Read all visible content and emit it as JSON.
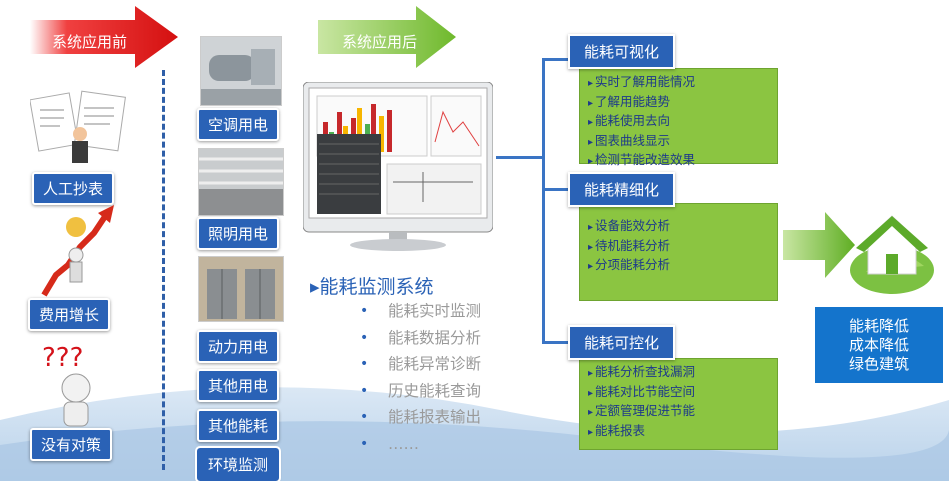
{
  "before": {
    "label": "系统应用前"
  },
  "after": {
    "label": "系统应用后"
  },
  "left_items": [
    {
      "label": "人工抄表",
      "icon": "documents-person-icon"
    },
    {
      "label": "费用增长",
      "icon": "rising-cost-icon"
    },
    {
      "label": "没有对策",
      "icon": "question-person-icon"
    }
  ],
  "middle_items": [
    {
      "label": "空调用电"
    },
    {
      "label": "照明用电"
    },
    {
      "label": "动力用电"
    },
    {
      "label": "其他用电"
    },
    {
      "label": "其他能耗"
    },
    {
      "label": "环境监测"
    }
  ],
  "system": {
    "title": "能耗监测系统",
    "features": [
      "能耗实时监测",
      "能耗数据分析",
      "能耗异常诊断",
      "历史能耗查询",
      "能耗报表输出",
      "……"
    ]
  },
  "categories": [
    {
      "title": "能耗可视化",
      "items": [
        "实时了解用能情况",
        "了解用能趋势",
        "能耗使用去向",
        "图表曲线显示",
        "检测节能改造效果"
      ]
    },
    {
      "title": "能耗精细化",
      "items": [
        "设备能效分析",
        "待机能耗分析",
        "分项能耗分析"
      ]
    },
    {
      "title": "能耗可控化",
      "items": [
        "能耗分析查找漏洞",
        "能耗对比节能空间",
        "定额管理促进节能",
        "能耗报表"
      ]
    }
  ],
  "result": {
    "lines": [
      "能耗降低",
      "成本降低",
      "绿色建筑"
    ]
  },
  "colors": {
    "accent_blue": "#2a62b6",
    "green": "#8bc541",
    "red": "#e01818",
    "result_blue": "#1474cc"
  }
}
